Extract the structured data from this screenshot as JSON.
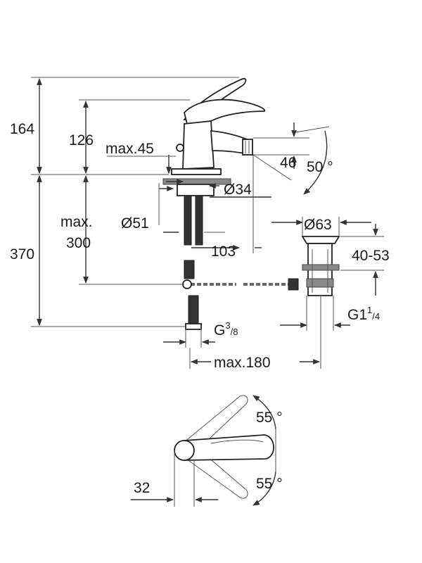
{
  "dimensions": {
    "overall_height": "164",
    "spout_height": "126",
    "max_handle_height": "max.45",
    "spout_offset": "46",
    "spout_angle": "50 °",
    "hole_diameter": "Ø34",
    "base_diameter": "Ø51",
    "shank_length_prefix": "max.",
    "shank_length_value": "300",
    "reach": "103",
    "total_height": "370",
    "waste_diameter": "Ø63",
    "waste_range": "40-53",
    "waste_thread_main": "G1",
    "waste_thread_sup": "1",
    "waste_thread_sub": "/4",
    "supply_thread_main": "G",
    "supply_thread_sup": "3",
    "supply_thread_sub": "/8",
    "waste_reach": "max.180",
    "handle_angle_top": "55 °",
    "handle_angle_bottom": "55 °",
    "handle_offset": "32"
  }
}
